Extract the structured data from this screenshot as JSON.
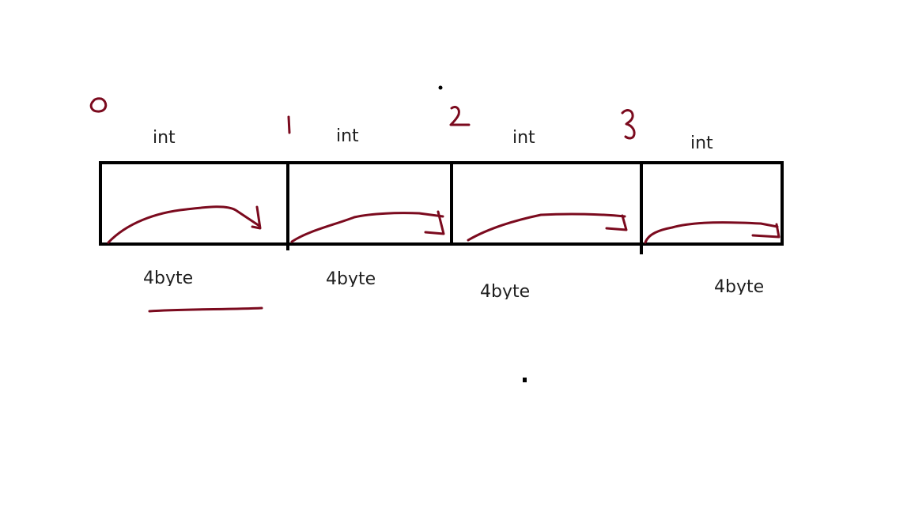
{
  "diagram": {
    "cells": [
      {
        "index": "0",
        "type": "int",
        "size": "4byte"
      },
      {
        "index": "1",
        "type": "int",
        "size": "4byte"
      },
      {
        "index": "2",
        "type": "int",
        "size": "4byte"
      },
      {
        "index": "3",
        "type": "int",
        "size": "4byte"
      }
    ]
  },
  "colors": {
    "ink": "#1f1f1f",
    "box": "#000000",
    "annotation": "#7b0a1e"
  }
}
